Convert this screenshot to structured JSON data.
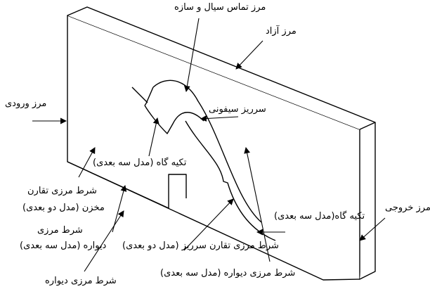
{
  "labels": {
    "fsi_boundary": "مرز تماس سیال و سازه",
    "free_boundary": "مرز آزاد",
    "inlet_boundary": "مرز ورودی",
    "siphon_spillway": "سرریز سیفونی",
    "support_3d_left": "تکیه گاه (مدل سه بعدی)",
    "reservoir_symmetry_line1": "شرط مرزی تقارن",
    "reservoir_symmetry_line2": "مخزن (مدل دو بعدی)",
    "wall_3d_line1": "شرط مرزی",
    "wall_3d_line2": "دیواره (مدل سه بعدی)",
    "wall_boundary": "شرط مرزی دیواره",
    "support_3d_right": "تکیه گاه(مدل سه بعدی)",
    "outlet_boundary": "مرز خروجی",
    "spillway_symmetry": "شرط مرزی تقارن سرریز (مدل دو بعدی)",
    "wall_3d_bottom": "شرط مرزی دیواره (مدل سه بعدی)"
  }
}
